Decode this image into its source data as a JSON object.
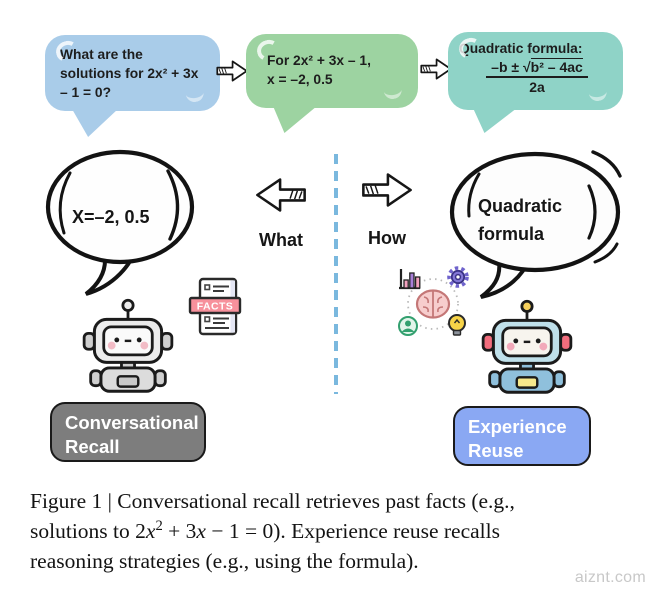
{
  "figure": {
    "top_flow": {
      "question_bubble": {
        "text": "What are the\nsolutions for 2x² + 3x\n– 1 = 0?"
      },
      "answer_bubble": {
        "text": "For 2x² + 3x – 1,\nx = –2, 0.5"
      },
      "method_bubble": {
        "title": "Quadratic formula:",
        "numerator_prefix": "–b ± ",
        "sqrt_sign": "√",
        "radicand": "b² – 4ac",
        "denominator": "2a"
      }
    },
    "left": {
      "thought_text": "X=–2, 0.5",
      "facts_badge": "FACTS",
      "label": "Conversational\nRecall"
    },
    "divider_arrows": {
      "left_label": "What",
      "right_label": "How"
    },
    "right": {
      "thought_text": "Quadratic\nformula",
      "label": "Experience\nReuse"
    }
  },
  "caption": {
    "line1": "Figure 1 | Conversational recall retrieves past facts (e.g.,",
    "line2_pre": "solutions to 2",
    "line2_var1": "x",
    "line2_sup": "2",
    "line2_mid": " + 3",
    "line2_var2": "x",
    "line2_post": " − 1 = 0). Experience reuse recalls",
    "line3": "reasoning strategies (e.g., using the formula)."
  },
  "watermark": "aiznt.com",
  "colors": {
    "question_bubble_bg": "#a9cce9",
    "answer_bubble_bg": "#9dd3a1",
    "method_bubble_bg": "#8fd3c7",
    "recall_label_bg": "#7d7d7d",
    "reuse_label_bg": "#8aa8f3",
    "divider": "#7ab8de"
  },
  "icons": {
    "flow_arrow": "hand-drawn block arrow",
    "facts_document": "notepad with FACTS banner",
    "bar_chart": "mini bar chart",
    "gear": "gear",
    "brain": "brain",
    "user": "person in circle",
    "lightbulb": "lightbulb",
    "robot_recall": "gray robot",
    "robot_reuse": "blue robot"
  }
}
